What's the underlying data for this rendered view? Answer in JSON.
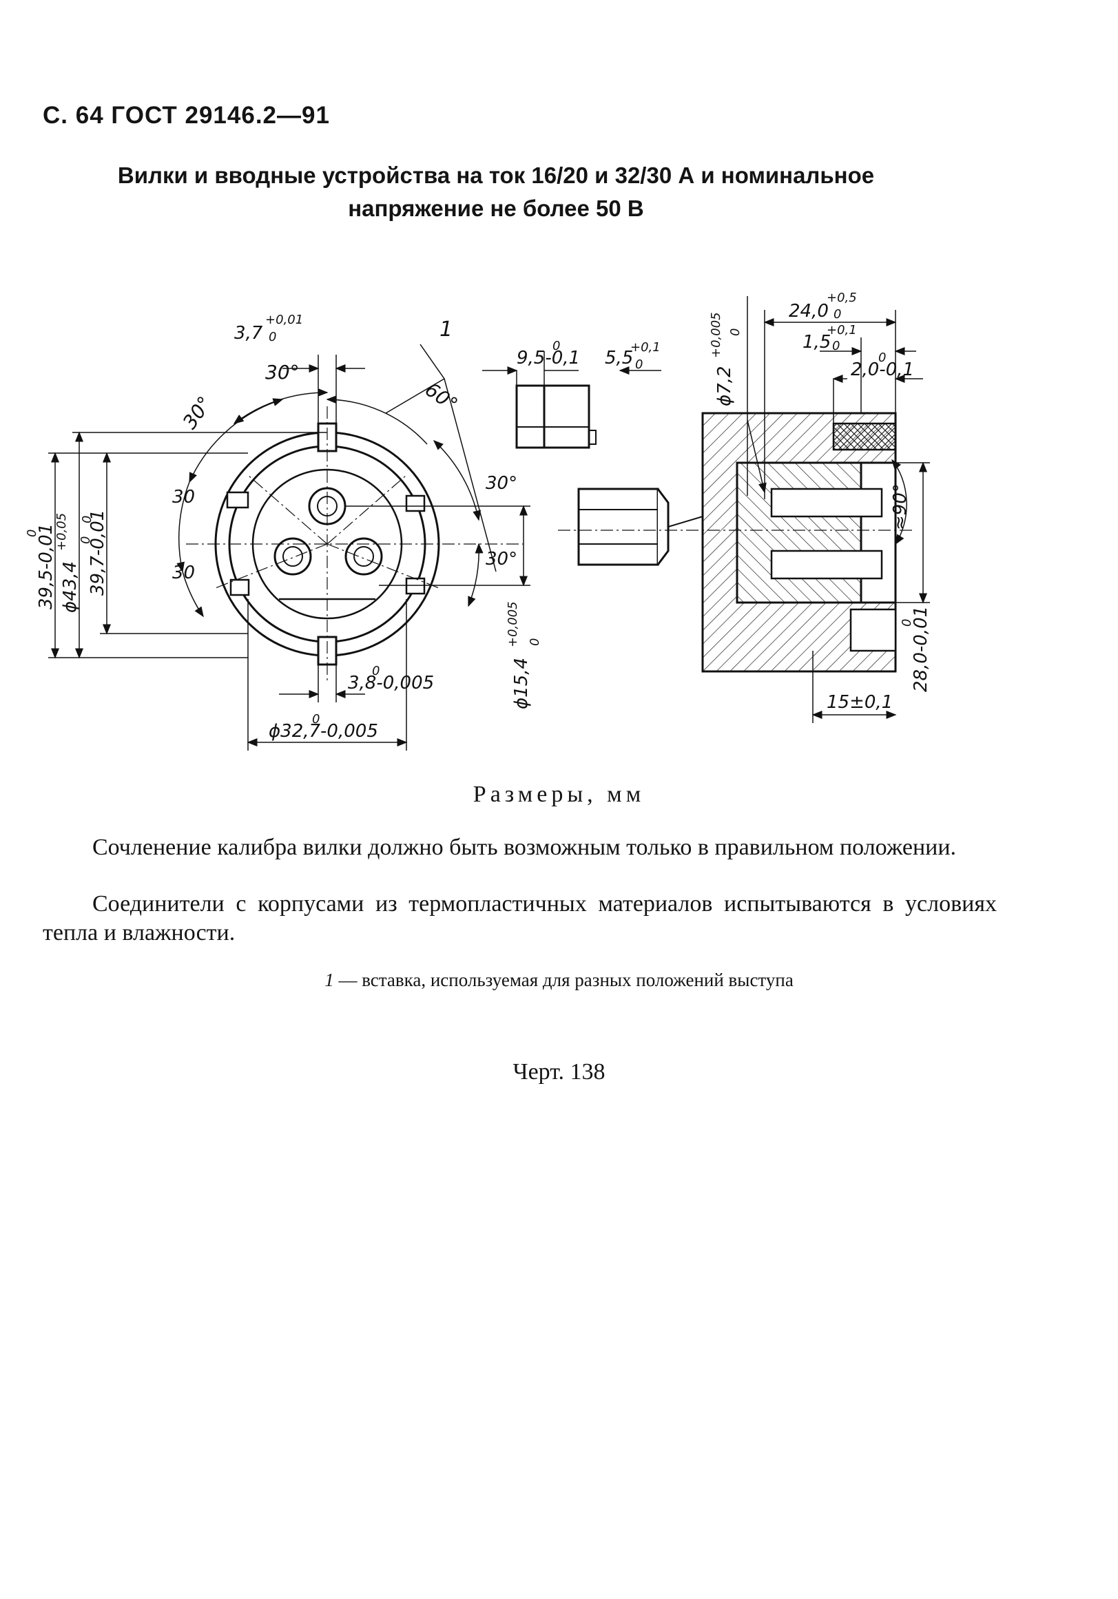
{
  "header": "С. 64 ГОСТ 29146.2—91",
  "title": {
    "line1": "Вилки и вводные устройства на ток 16/20 и 32/30 А и номинальное",
    "line2": "напряжение не более 50 В"
  },
  "drawing": {
    "front_labels": {
      "tol_3_7": "3,7",
      "tol_3_7_upper": "+0,01",
      "tol_3_7_lower": "0",
      "angle_30_top": "30°",
      "angle_30_left_top": "30°",
      "angle_60": "60°",
      "callout_1": "1",
      "angle_30_left_mid": "30",
      "angle_30_left_low": "30",
      "angle_30_right_top": "30°",
      "angle_30_right_mid": "30°",
      "dim_39_5": "39,5-0,01",
      "dim_39_5_upper": "0",
      "dim_43_4": "ϕ43,4",
      "dim_43_4_upper": "+0,05",
      "dim_43_4_lower": "0",
      "dim_39_7": "39,7-0,01",
      "dim_39_7_upper": "0",
      "dim_15_4": "ϕ15,4",
      "dim_15_4_upper": "+0,005",
      "dim_15_4_lower": "0",
      "dim_3_8": "3,8-0,005",
      "dim_3_8_upper": "0",
      "dim_32_7": "ϕ32,7-0,005",
      "dim_32_7_upper": "0"
    },
    "detail_labels": {
      "dim_9_5": "9,5-0,1",
      "dim_9_5_upper": "0",
      "dim_5_5": "5,5",
      "dim_5_5_upper": "+0,1",
      "dim_5_5_lower": "0"
    },
    "section_labels": {
      "dim_7_2": "ϕ7,2",
      "dim_7_2_upper": "+0,005",
      "dim_7_2_lower": "0",
      "dim_24": "24,0",
      "dim_24_upper": "+0,5",
      "dim_24_lower": "0",
      "dim_1_5": "1,5",
      "dim_1_5_upper": "+0,1",
      "dim_1_5_lower": "0",
      "dim_2_0": "2,0-0,1",
      "dim_2_0_upper": "0",
      "angle_90": "≈90°",
      "dim_28": "28,0-0,01",
      "dim_28_upper": "0",
      "dim_15": "15±0,1"
    }
  },
  "units": "Размеры, мм",
  "paragraph1": "Сочленение калибра вилки должно быть возможным только в правильном положении.",
  "paragraph2": "Соединители с корпусами из термопластичных материалов испытываются в условиях тепла и влажности.",
  "note": {
    "number": "1",
    "text": " — вставка, используемая для разных положений выступа"
  },
  "figure_caption": "Черт. 138"
}
